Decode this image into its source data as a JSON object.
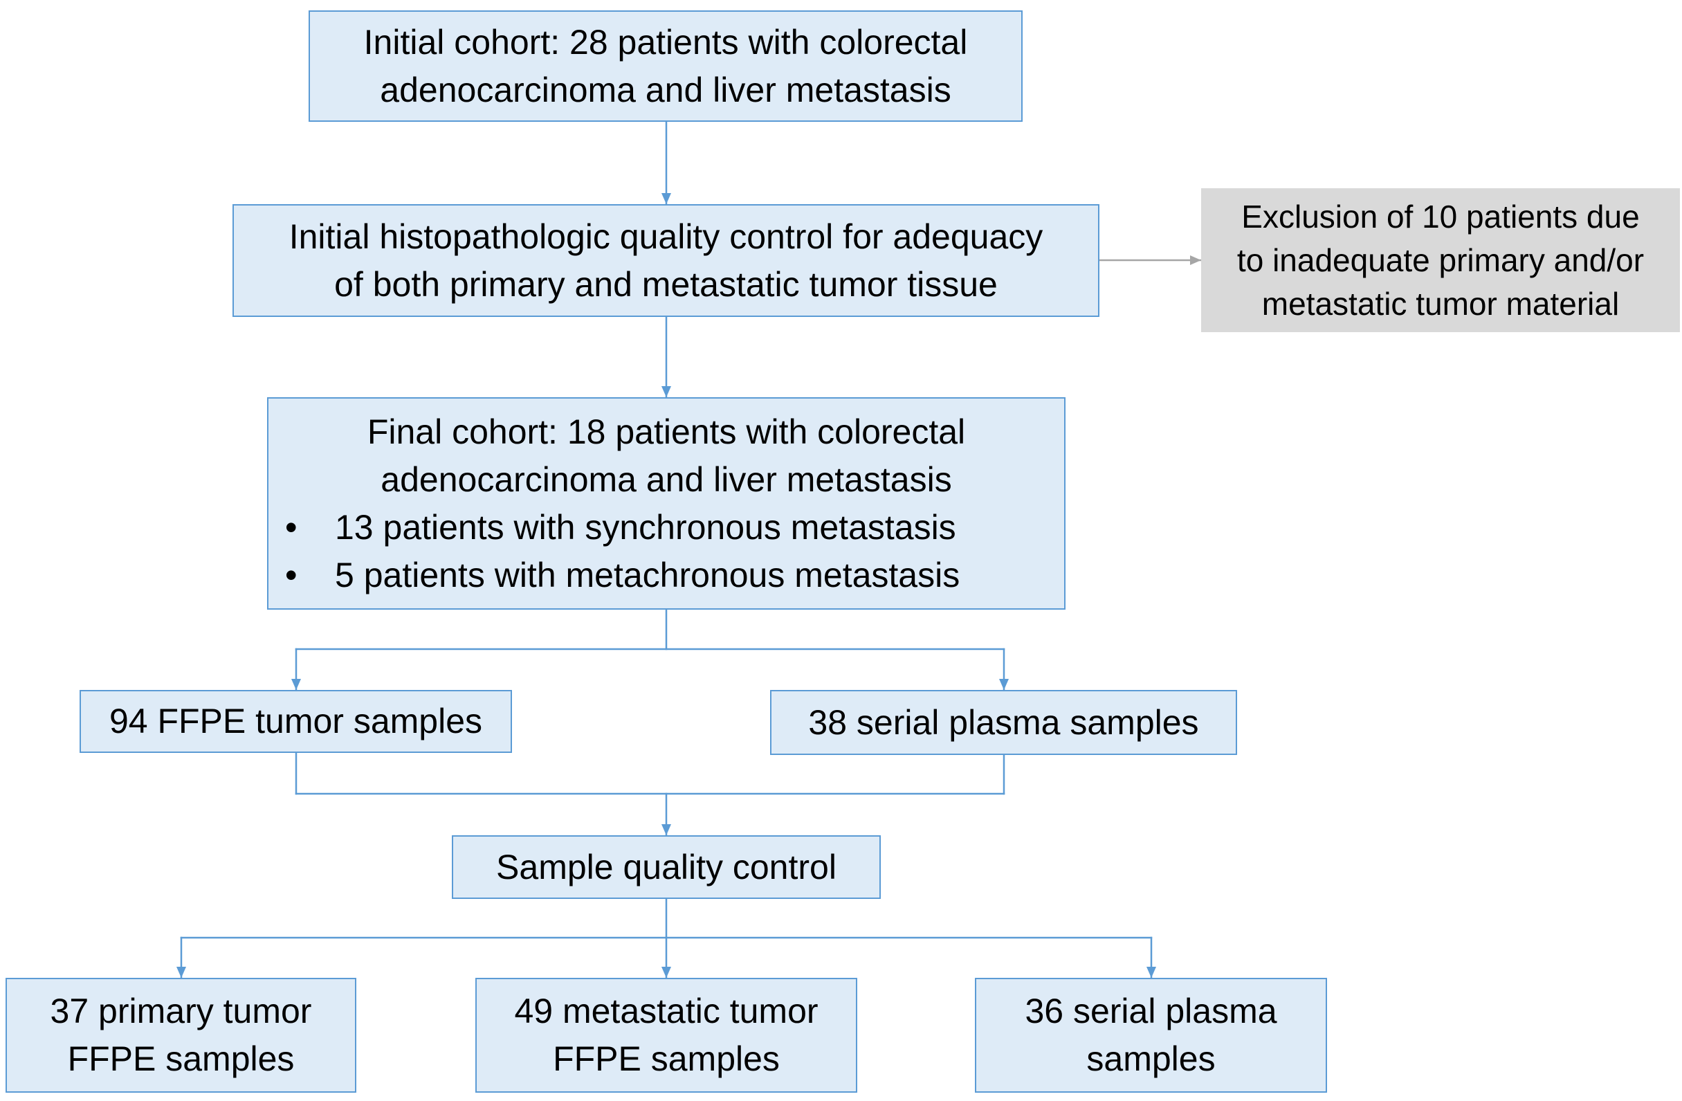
{
  "diagram": {
    "initial_cohort": {
      "lines": [
        "Initial cohort: 28 patients with colorectal",
        "adenocarcinoma and liver metastasis"
      ]
    },
    "histopathologic_qc": {
      "lines": [
        "Initial histopathologic quality control for adequacy",
        "of both primary and metastatic tumor tissue"
      ]
    },
    "exclusion": {
      "lines": [
        "Exclusion of 10 patients due",
        "to inadequate primary and/or",
        "metastatic tumor material"
      ]
    },
    "final_cohort": {
      "lines": [
        "Final cohort: 18 patients with colorectal",
        "adenocarcinoma and liver metastasis"
      ],
      "bullet": "•",
      "items": [
        "13 patients with synchronous metastasis",
        "5 patients with metachronous metastasis"
      ]
    },
    "ffpe_tumor_samples": {
      "label": "94 FFPE tumor samples"
    },
    "serial_plasma_samples": {
      "label": "38 serial plasma samples"
    },
    "sample_quality_control": {
      "label": "Sample quality control"
    },
    "primary_tumor_ffpe": {
      "lines": [
        "37 primary tumor",
        "FFPE samples"
      ]
    },
    "metastatic_tumor_ffpe": {
      "lines": [
        "49 metastatic tumor",
        "FFPE samples"
      ]
    },
    "serial_plasma_final": {
      "lines": [
        "36 serial plasma",
        "samples"
      ]
    }
  },
  "colors": {
    "box_fill": "#DEEBF7",
    "box_border": "#5B9BD5",
    "excluded_fill": "#D9D9D9",
    "arrow": "#5B9BD5",
    "excluded_arrow": "#A6A6A6",
    "text": "#000000"
  }
}
